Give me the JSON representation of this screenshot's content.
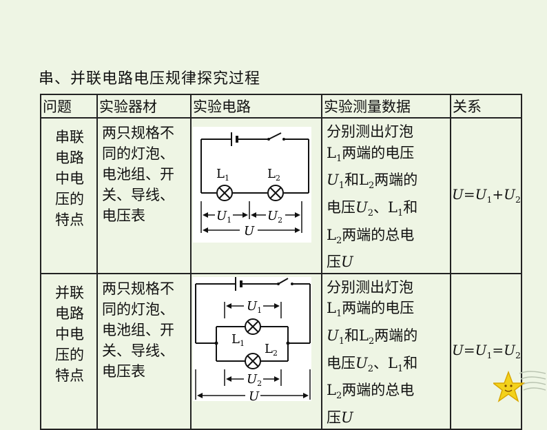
{
  "title": "串、并联电路电压规律探究过程",
  "headers": {
    "issue": "问题",
    "equipment": "实验器材",
    "circuit": "实验电路",
    "data": "实验测量数据",
    "relation": "关系"
  },
  "rows": [
    {
      "issue": [
        "串联",
        "电路",
        "中电",
        "压的",
        "特点"
      ],
      "equipment": [
        "两只规格不",
        "同的灯泡、",
        "电池组、开",
        "关、导线、",
        "电压表"
      ],
      "data_lines": [
        "分别测出灯泡",
        "L1两端的电压",
        "U1和L2两端的",
        "电压U2、L1和",
        "L2两端的总电",
        "压U"
      ],
      "relation": "U=U1+U2",
      "circuit_labels": {
        "lamp1": "L1",
        "lamp2": "L2",
        "v1": "U1",
        "v2": "U2",
        "total": "U"
      }
    },
    {
      "issue": [
        "并联",
        "电路",
        "中电",
        "压的",
        "特点"
      ],
      "equipment": [
        "两只规格不",
        "同的灯泡、",
        "电池组、开",
        "关、导线、",
        "电压表"
      ],
      "data_lines": [
        "分别测出灯泡",
        "L1两端的电压",
        "U1和L2两端的",
        "电压U2、L1和",
        "L2两端的总电",
        "压U"
      ],
      "relation": "U=U1=U2",
      "circuit_labels": {
        "lamp1": "L1",
        "lamp2": "L2",
        "v1": "U1",
        "v2": "U2",
        "total": "U"
      }
    }
  ]
}
